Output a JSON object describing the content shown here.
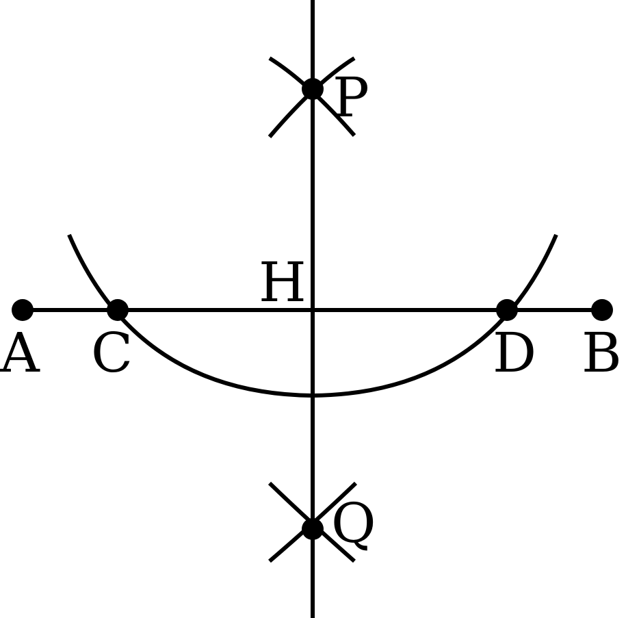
{
  "figure": {
    "labels": {
      "A": "A",
      "B": "B",
      "C": "C",
      "D": "D",
      "H": "H",
      "P": "P",
      "Q": "Q"
    }
  }
}
